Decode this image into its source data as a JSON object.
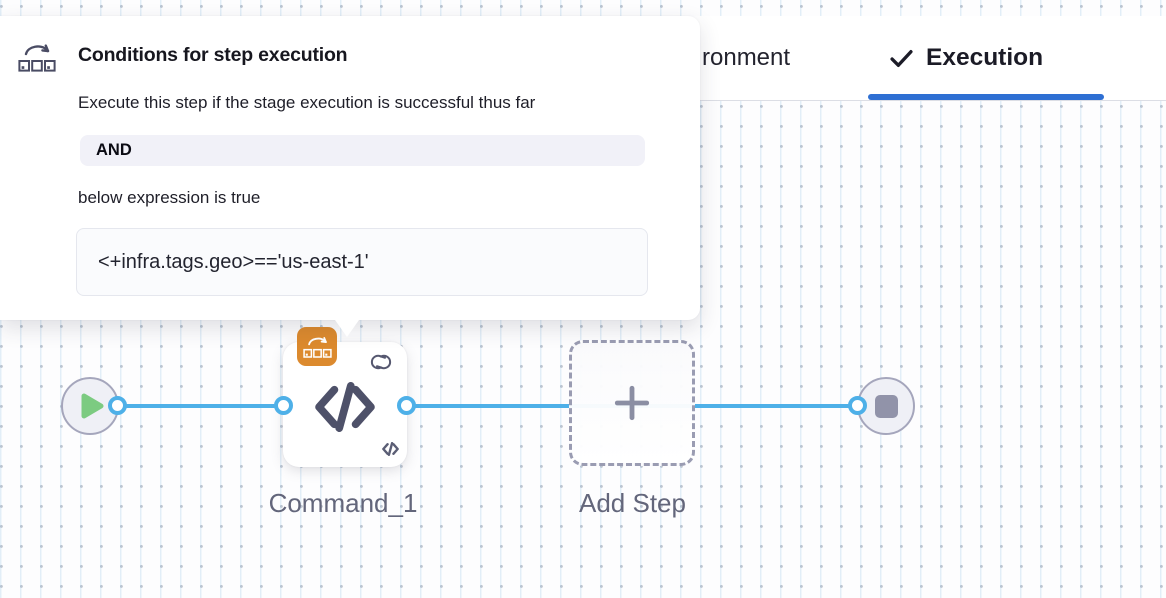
{
  "popover": {
    "icon": "conditional-execution-icon",
    "title": "Conditions for step execution",
    "description": "Execute this step if the stage execution is successful thus far",
    "operator": "AND",
    "expression_intro": "below expression is true",
    "expression": "<+infra.tags.geo>=='us-east-1'"
  },
  "tabs": {
    "items": [
      {
        "label": "ronment",
        "active": false
      },
      {
        "label": "Execution",
        "active": true,
        "icon": "check-icon"
      }
    ]
  },
  "pipeline": {
    "nodes": [
      {
        "id": "start",
        "type": "start",
        "icon": "play-icon"
      },
      {
        "id": "command",
        "type": "step",
        "label": "Command_1",
        "icons": [
          "conditional-execution-badge",
          "loop-icon",
          "code-icon"
        ]
      },
      {
        "id": "add-step",
        "type": "add",
        "label": "Add Step",
        "icon": "plus-icon"
      },
      {
        "id": "end",
        "type": "stop",
        "icon": "stop-icon"
      }
    ]
  },
  "colors": {
    "edge_blue": "#4eb0e8",
    "tab_underline_blue": "#2e6fd3",
    "conditional_badge_orange": "#dc8a2e",
    "play_green": "#7ccb81",
    "stop_gray": "#9193a9",
    "slate_icon": "#4e5169",
    "label_gray": "#63667b",
    "and_bar_bg": "#f1f1f8",
    "expression_box_bg": "#fafbfd"
  }
}
